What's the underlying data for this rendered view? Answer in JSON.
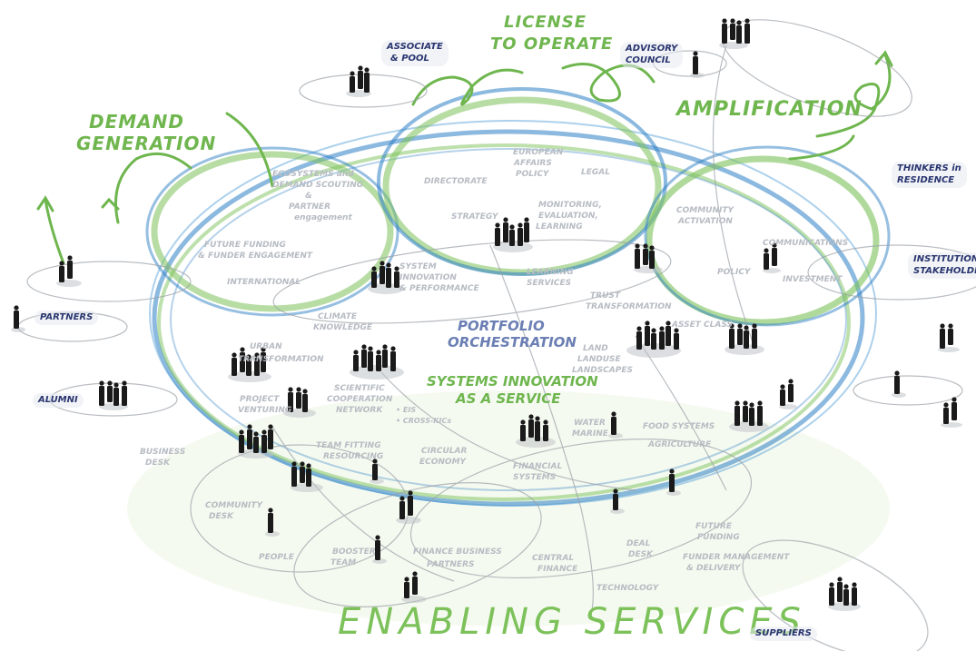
{
  "colors": {
    "green": "#6fb64f",
    "blue": "#2e7fc4",
    "navy": "#29356f",
    "grey_text": "#b7bcc3",
    "figure": "#1a1a1a"
  },
  "main_labels": {
    "license_to_operate_1": "LICENSE",
    "license_to_operate_2": "TO OPERATE",
    "demand_generation_1": "DEMAND",
    "demand_generation_2": "GENERATION",
    "amplification": "AMPLIFICATION",
    "enabling_services": "ENABLING SERVICES"
  },
  "center": {
    "portfolio_1": "PORTFOLIO",
    "portfolio_2": "ORCHESTRATION",
    "systems_1": "SYSTEMS INNOVATION",
    "systems_2": "AS A SERVICE"
  },
  "stakeholders": {
    "associate_pool_1": "ASSOCIATE",
    "associate_pool_2": "& POOL",
    "advisory_council_1": "ADVISORY",
    "advisory_council_2": "COUNCIL",
    "thinkers_1": "THINKERS in",
    "thinkers_2": "RESIDENCE",
    "institutional_1": "INSTITUTIONAL",
    "institutional_2": "STAKEHOLDERS",
    "partners": "PARTNERS",
    "alumni": "ALUMNI",
    "suppliers": "SUPPLIERS"
  },
  "functions": {
    "ecosystems_1": "ECOSYSTEMS and",
    "ecosystems_2": "DEMAND SCOUTING",
    "ecosystems_3": "&",
    "ecosystems_4": "PARTNER",
    "ecosystems_5": "engagement",
    "future_funding_1": "FUTURE FUNDING",
    "future_funding_2": "& FUNDER ENGAGEMENT",
    "international": "INTERNATIONAL",
    "directorate": "DIRECTORATE",
    "european_1": "EUROPEAN",
    "european_2": "AFFAIRS",
    "european_3": "POLICY",
    "legal": "LEGAL",
    "strategy": "STRATEGY",
    "monitoring_1": "MONITORING,",
    "monitoring_2": "EVALUATION,",
    "monitoring_3": "LEARNING",
    "community_activation_1": "COMMUNITY",
    "community_activation_2": "ACTIVATION",
    "communications": "COMMUNICATIONS",
    "policy": "POLICY",
    "investment": "INVESTMENT",
    "system_1": "SYSTEM",
    "system_2": "INNOVATION",
    "system_3": "& PERFORMANCE",
    "learning_1": "LEARNING",
    "learning_2": "SERVICES",
    "trust_1": "TRUST",
    "trust_2": "TRANSFORMATION",
    "climate_1": "CLIMATE",
    "climate_2": "KNOWLEDGE",
    "asset_class": "ASSET CLASS",
    "urban_1": "URBAN",
    "urban_2": "TRANSFORMATION",
    "land_1": "LAND",
    "land_2": "LANDUSE",
    "land_3": "LANDSCAPES",
    "project_1": "PROJECT",
    "project_2": "VENTURING",
    "scientific_1": "SCIENTIFIC",
    "scientific_2": "COOPERATION",
    "scientific_3": "NETWORK",
    "eis_1": "• EIS",
    "eis_2": "• CROSS-KICs",
    "water_1": "WATER",
    "water_2": "MARINE",
    "food_1": "FOOD SYSTEMS",
    "food_2": "AGRICULTURE",
    "team_fitting_1": "TEAM FITTING",
    "team_fitting_2": "RESOURCING",
    "circular_1": "CIRCULAR",
    "circular_2": "ECONOMY",
    "business_desk_1": "BUSINESS",
    "business_desk_2": "DESK",
    "financial_1": "FINANCIAL",
    "financial_2": "SYSTEMS",
    "community_desk_1": "COMMUNITY",
    "community_desk_2": "DESK",
    "future_funding_b_1": "FUTURE",
    "future_funding_b_2": "FUNDING",
    "people": "PEOPLE",
    "booster_1": "BOOSTER",
    "booster_2": "TEAM",
    "finance_business_1": "FINANCE BUSINESS",
    "finance_business_2": "PARTNERS",
    "central_finance_1": "CENTRAL",
    "central_finance_2": "FINANCE",
    "deal_desk_1": "DEAL",
    "deal_desk_2": "DESK",
    "funder_mgmt_1": "FUNDER MANAGEMENT",
    "funder_mgmt_2": "& DELIVERY",
    "technology": "TECHNOLOGY"
  }
}
